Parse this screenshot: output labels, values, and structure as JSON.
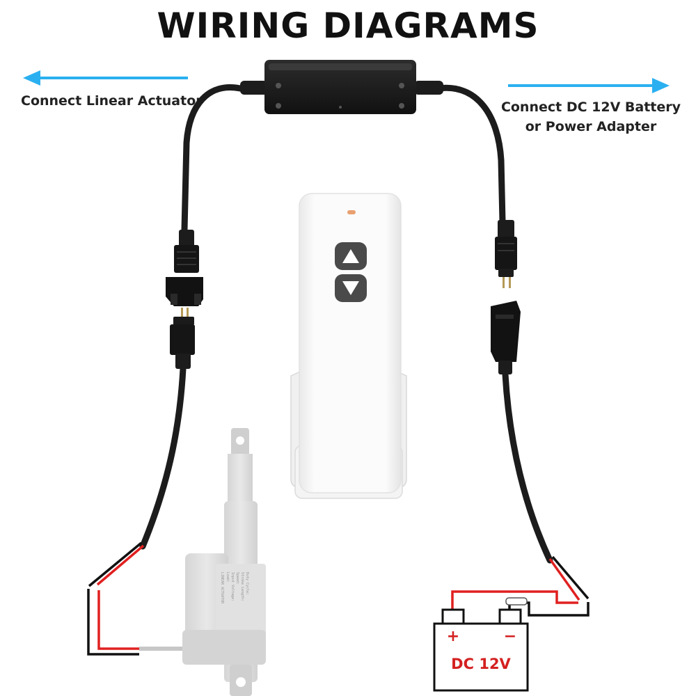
{
  "title": "WIRING DIAGRAMS",
  "labels": {
    "left": "Connect Linear Actuator",
    "right_line1": "Connect DC 12V Battery",
    "right_line2": "or Power Adapter"
  },
  "battery": {
    "plus": "+",
    "minus": "−",
    "text": "DC 12V"
  },
  "actuator_label": {
    "heading": "LINEAR ACTUATOR",
    "line1": "Load:",
    "line2": "Input Voltage:",
    "line3": "Speed:",
    "line4": "Stroke Length:",
    "line5": "Duty Cycle:"
  },
  "colors": {
    "arrow": "#2ab0f0",
    "wire_red": "#e02020",
    "wire_black": "#111111",
    "cable": "#1c1c1c",
    "battery_red": "#d42020"
  },
  "remote_buttons": [
    "up-arrow-icon",
    "down-arrow-icon"
  ]
}
